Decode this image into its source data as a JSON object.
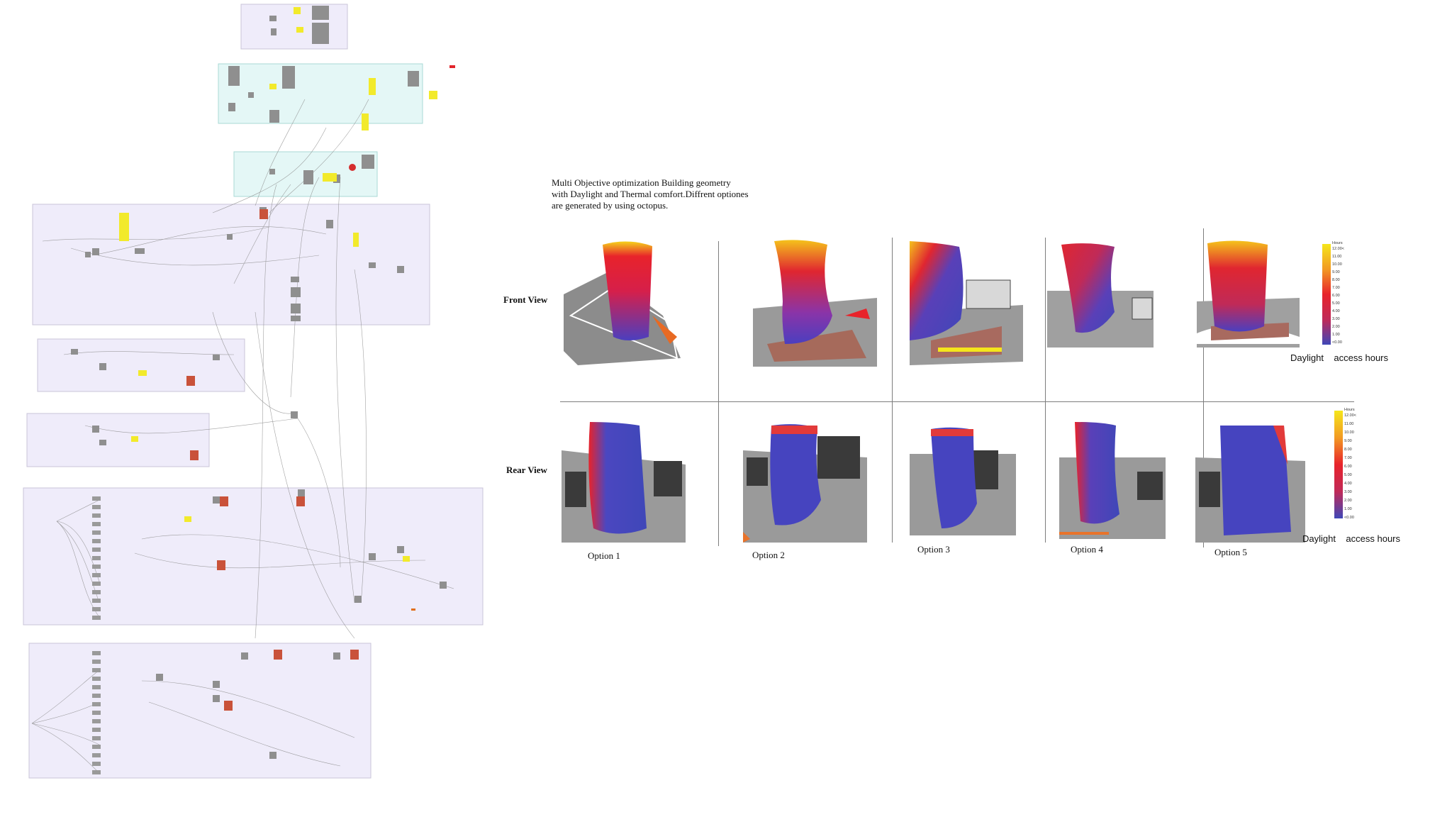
{
  "title_lines": [
    "Multi Objective optimization Building geometry",
    " with Daylight and Thermal comfort.Diffrent optiones",
    "are generated by using octopus."
  ],
  "rows": {
    "front": "Front View",
    "rear": "Rear View"
  },
  "options": [
    "Option 1",
    "Option 2",
    "Option 3",
    "Option 4",
    "Option 5"
  ],
  "legend": {
    "unit": "Hours",
    "ticks": [
      "12.00<",
      "11.00",
      "10.00",
      "9.00",
      "8.00",
      "7.00",
      "6.00",
      "5.00",
      "4.00",
      "3.00",
      "2.00",
      "1.00",
      "<0.00"
    ],
    "caption_word1": "Daylight",
    "caption_word2": "access hours"
  },
  "colors": {
    "group_purple": "#efecfa",
    "group_cyan": "#e4f7f6",
    "hot": "#e8232b",
    "cool": "#3f47b8",
    "yellow": "#f5e61b"
  }
}
